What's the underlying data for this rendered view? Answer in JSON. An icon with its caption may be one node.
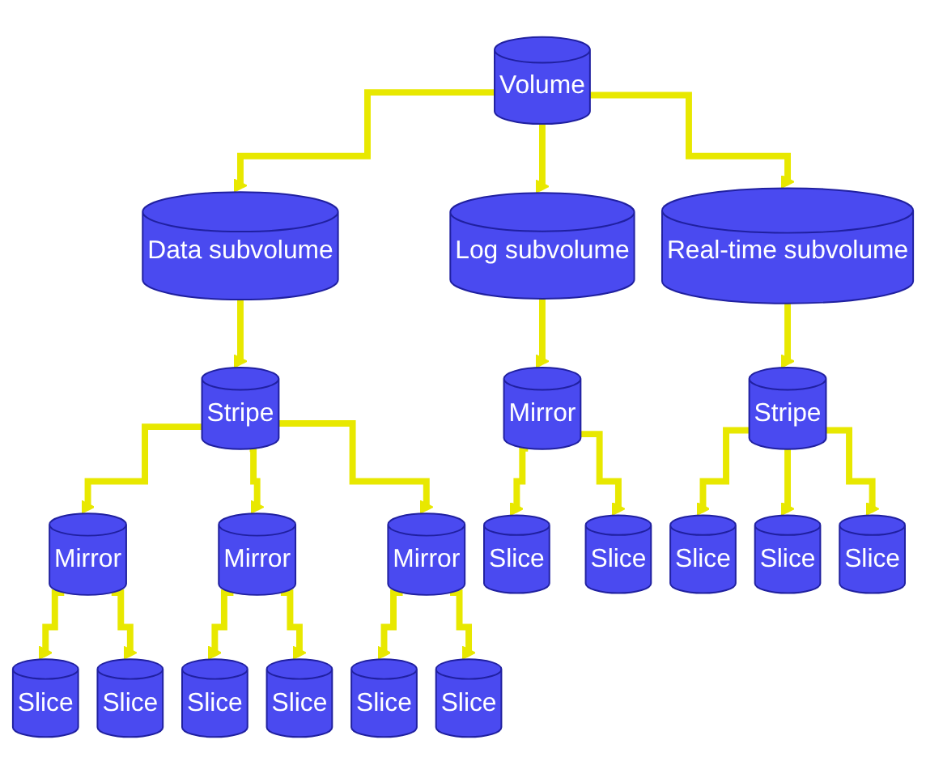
{
  "diagram": {
    "nodes": [
      {
        "text": [
          "Volume"
        ]
      },
      {
        "text": [
          "Data subvolume"
        ]
      },
      {
        "text": [
          "Log subvolume"
        ]
      },
      {
        "text": [
          "Real-time subvolume"
        ]
      },
      {
        "text": [
          "Stripe"
        ]
      },
      {
        "text": [
          "Mirror"
        ]
      },
      {
        "text": [
          "Mirror"
        ]
      },
      {
        "text": [
          "Mirror"
        ]
      },
      {
        "text": [
          "Mirror"
        ]
      },
      {
        "text": [
          "Stripe"
        ]
      },
      {
        "text": [
          "Slice"
        ]
      },
      {
        "text": [
          "Slice"
        ]
      },
      {
        "text": [
          "Slice"
        ]
      },
      {
        "text": [
          "Slice"
        ]
      },
      {
        "text": [
          "Slice"
        ]
      },
      {
        "text": [
          "Slice"
        ]
      },
      {
        "text": [
          "Slice"
        ]
      },
      {
        "text": [
          "Slice"
        ]
      },
      {
        "text": [
          "Slice"
        ]
      },
      {
        "text": [
          "Slice"
        ]
      },
      {
        "text": [
          "Slice"
        ]
      }
    ],
    "edges": [
      {
        "from": 0,
        "to": 1,
        "arrow": "to"
      },
      {
        "from": 0,
        "to": 2,
        "arrow": "to"
      },
      {
        "from": 0,
        "to": 3,
        "arrow": "to"
      },
      {
        "from": 1,
        "to": 4,
        "arrow": "to"
      },
      {
        "from": 4,
        "to": 5,
        "arrow": "to"
      },
      {
        "from": 4,
        "to": 6,
        "arrow": "to"
      },
      {
        "from": 4,
        "to": 7,
        "arrow": "to"
      },
      {
        "from": 2,
        "to": 8,
        "arrow": "to"
      },
      {
        "from": 3,
        "to": 9,
        "arrow": "to"
      },
      {
        "from": 5,
        "to": 10,
        "arrow": "to"
      },
      {
        "from": 5,
        "to": 11,
        "arrow": "to"
      },
      {
        "from": 6,
        "to": 12,
        "arrow": "to"
      },
      {
        "from": 6,
        "to": 13,
        "arrow": "to"
      },
      {
        "from": 7,
        "to": 14,
        "arrow": "to"
      },
      {
        "from": 7,
        "to": 15,
        "arrow": "to"
      },
      {
        "from": 8,
        "to": 16,
        "arrow": "to"
      },
      {
        "from": 8,
        "to": 17,
        "arrow": "to"
      },
      {
        "from": 9,
        "to": 18,
        "arrow": "to"
      },
      {
        "from": 9,
        "to": 19,
        "arrow": "to"
      },
      {
        "from": 9,
        "to": 20,
        "arrow": "to"
      }
    ]
  }
}
